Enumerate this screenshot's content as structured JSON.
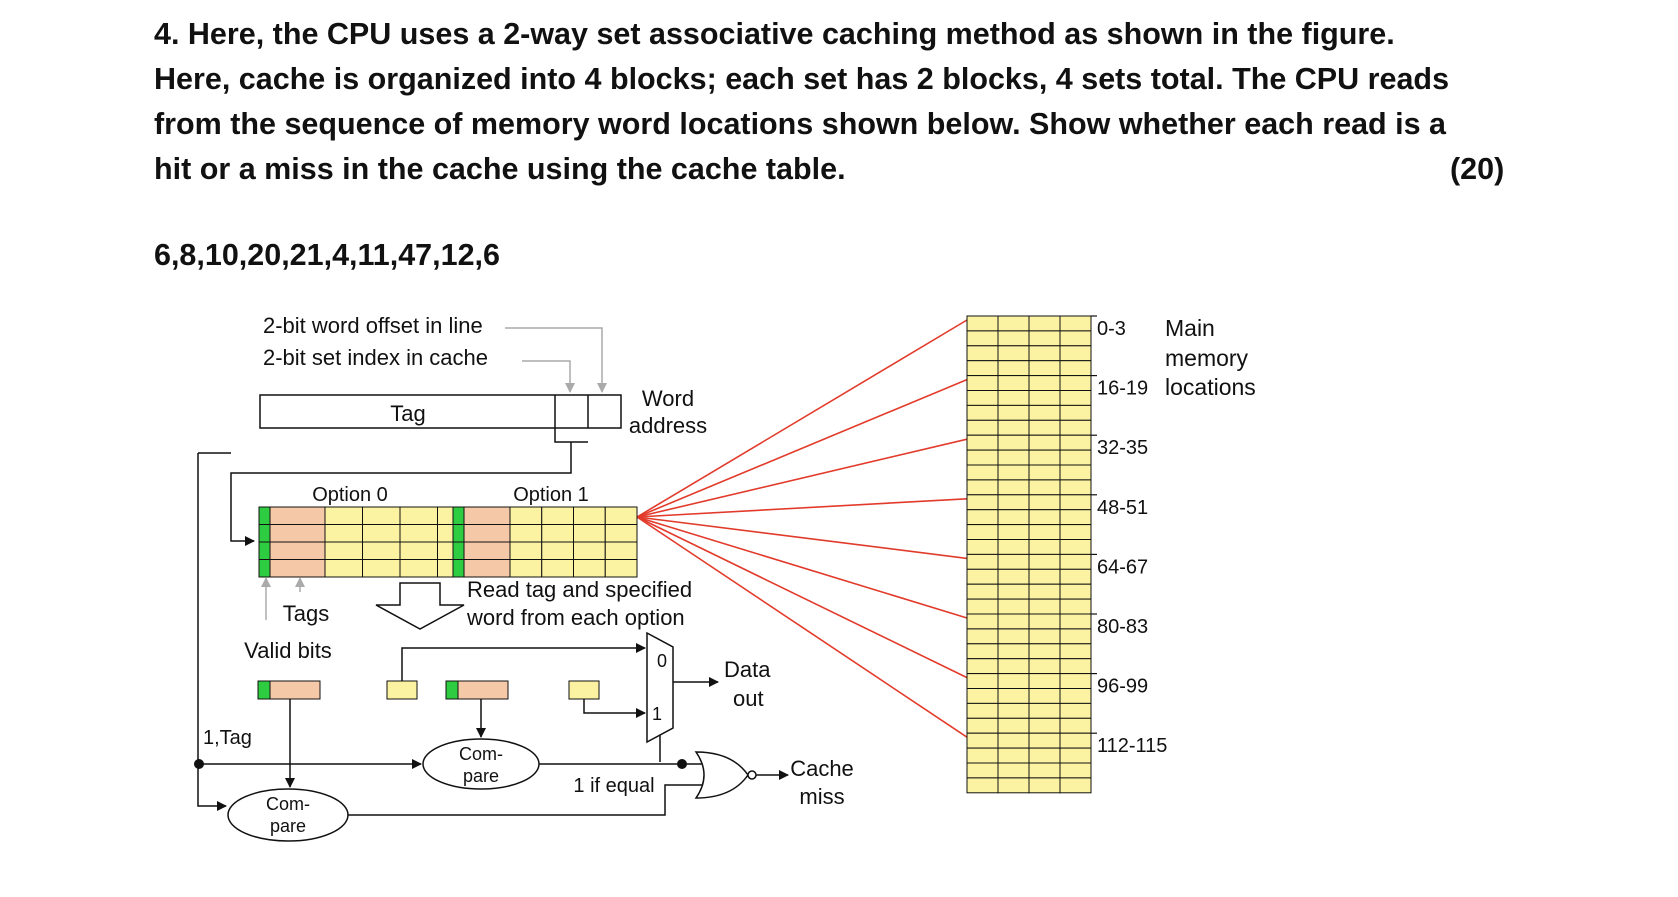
{
  "question": {
    "lines": [
      "4. Here, the CPU uses a 2-way set associative caching method as shown in the figure.",
      "Here, cache is organized into 4 blocks; each set has 2 blocks, 4 sets total. The CPU reads",
      "from the sequence of memory word locations shown below. Show whether each read is a",
      "hit  or a miss in the cache using the cache table."
    ],
    "points": "(20)"
  },
  "sequence": "6,8,10,20,21,4,11,47,12,6",
  "diagram": {
    "labels": {
      "word_offset": "2-bit word offset in line",
      "set_index": "2-bit set index in cache",
      "tag_field": "Tag",
      "word_address_1": "Word",
      "word_address_2": "address",
      "option0": "Option 0",
      "option1": "Option 1",
      "read_tag_1": "Read tag and specified",
      "read_tag_2": "word from each option",
      "tags": "Tags",
      "valid_bits": "Valid bits",
      "mux0": "0",
      "mux1": "1",
      "data_out_1": "Data",
      "data_out_2": "out",
      "one_tag": "1,Tag",
      "compare_1": "Com-",
      "compare_2": "pare",
      "one_if_equal": "1 if equal",
      "cache_miss_1": "Cache",
      "cache_miss_2": "miss",
      "main_memory_1": "Main",
      "main_memory_2": "memory",
      "main_memory_3": "locations"
    },
    "memory_ranges": [
      "0-3",
      "16-19",
      "32-35",
      "48-51",
      "64-67",
      "80-83",
      "96-99",
      "112-115"
    ],
    "colors": {
      "cell_yellow": "#fbf3a2",
      "tag_orange": "#f5c8a8",
      "valid_green": "#2ecc40",
      "line_red": "#e23b2b"
    }
  }
}
